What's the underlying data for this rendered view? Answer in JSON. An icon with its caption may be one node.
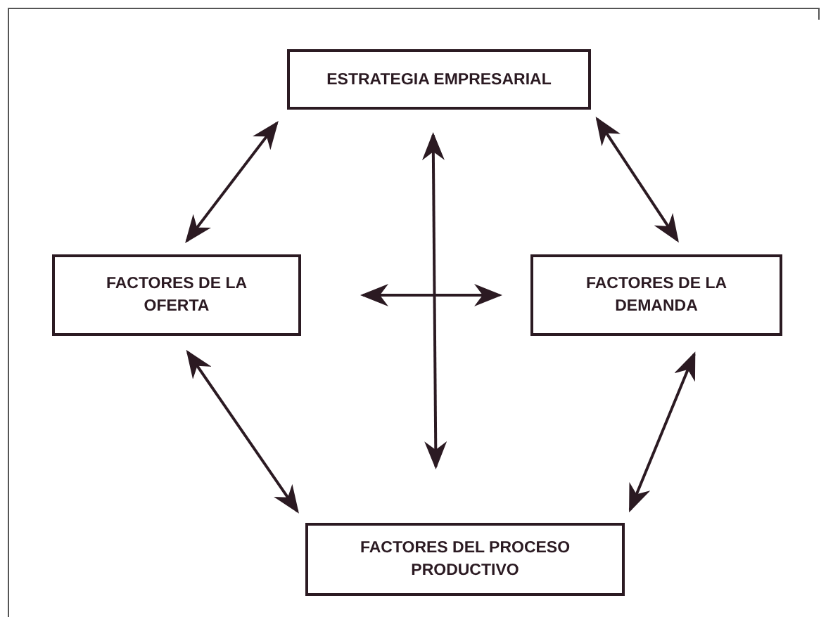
{
  "diagram": {
    "nodes": [
      {
        "text": [
          "ESTRATEGIA EMPRESARIAL"
        ]
      },
      {
        "text": [
          "FACTORES DE LA OFERTA"
        ]
      },
      {
        "text": [
          "FACTORES DE LA DEMANDA"
        ]
      },
      {
        "text": [
          "FACTORES DEL PROCESO PRODUCTIVO"
        ]
      }
    ],
    "edges": [
      {
        "from": 0,
        "to": 1,
        "arrow": "both"
      },
      {
        "from": 0,
        "to": 2,
        "arrow": "both"
      },
      {
        "from": 1,
        "to": 3,
        "arrow": "both"
      },
      {
        "from": 2,
        "to": 3,
        "arrow": "both"
      },
      {
        "from": 0,
        "to": 3,
        "arrow": "both"
      },
      {
        "from": 1,
        "to": 2,
        "arrow": "both"
      }
    ]
  }
}
